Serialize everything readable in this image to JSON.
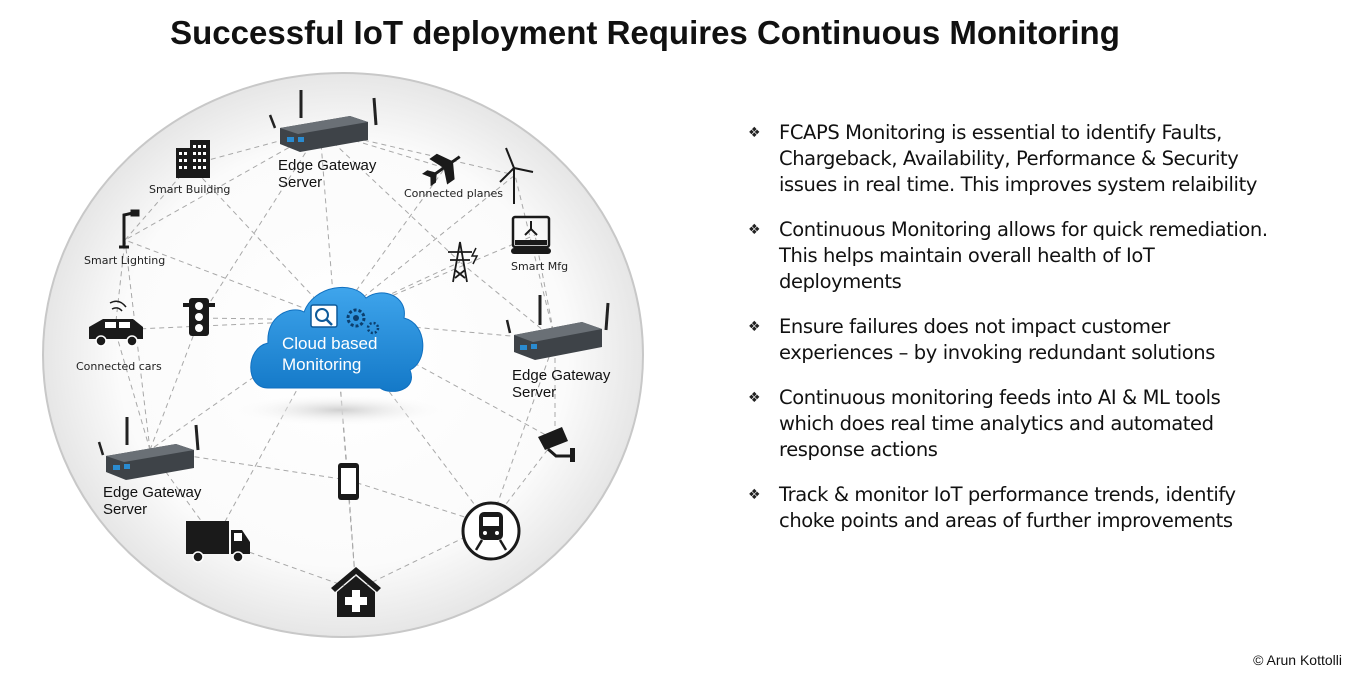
{
  "title": "Successful IoT deployment Requires Continuous Monitoring",
  "cloud": {
    "line1": "Cloud based",
    "line2": "Monitoring"
  },
  "gateways": [
    {
      "line1": "Edge Gateway",
      "line2": "Server"
    },
    {
      "line1": "Edge Gateway",
      "line2": "Server"
    },
    {
      "line1": "Edge Gateway",
      "line2": "Server"
    }
  ],
  "devices": {
    "smart_building": "Smart Building",
    "smart_lighting": "Smart Lighting",
    "connected_cars": "Connected cars",
    "connected_planes": "Connected  planes",
    "smart_mfg": "Smart Mfg"
  },
  "bullets": [
    "FCAPS Monitoring is essential to identify Faults, Chargeback, Availability, Performance & Security issues in real time. This improves system relaibility",
    "Continuous Monitoring allows for quick remediation. This helps maintain overall health of IoT deployments",
    "Ensure failures does not impact customer experiences – by invoking redundant solutions",
    "Continuous monitoring feeds into AI & ML tools which does real time analytics  and automated response actions",
    "Track & monitor IoT performance trends, identify choke points and areas of further improvements"
  ],
  "bullet_symbol": "❖",
  "copyright": "© Arun  Kottolli",
  "colors": {
    "cloud": "#1a8ad8",
    "ring": "#c8c8c8",
    "lines": "#a8a8a8"
  }
}
